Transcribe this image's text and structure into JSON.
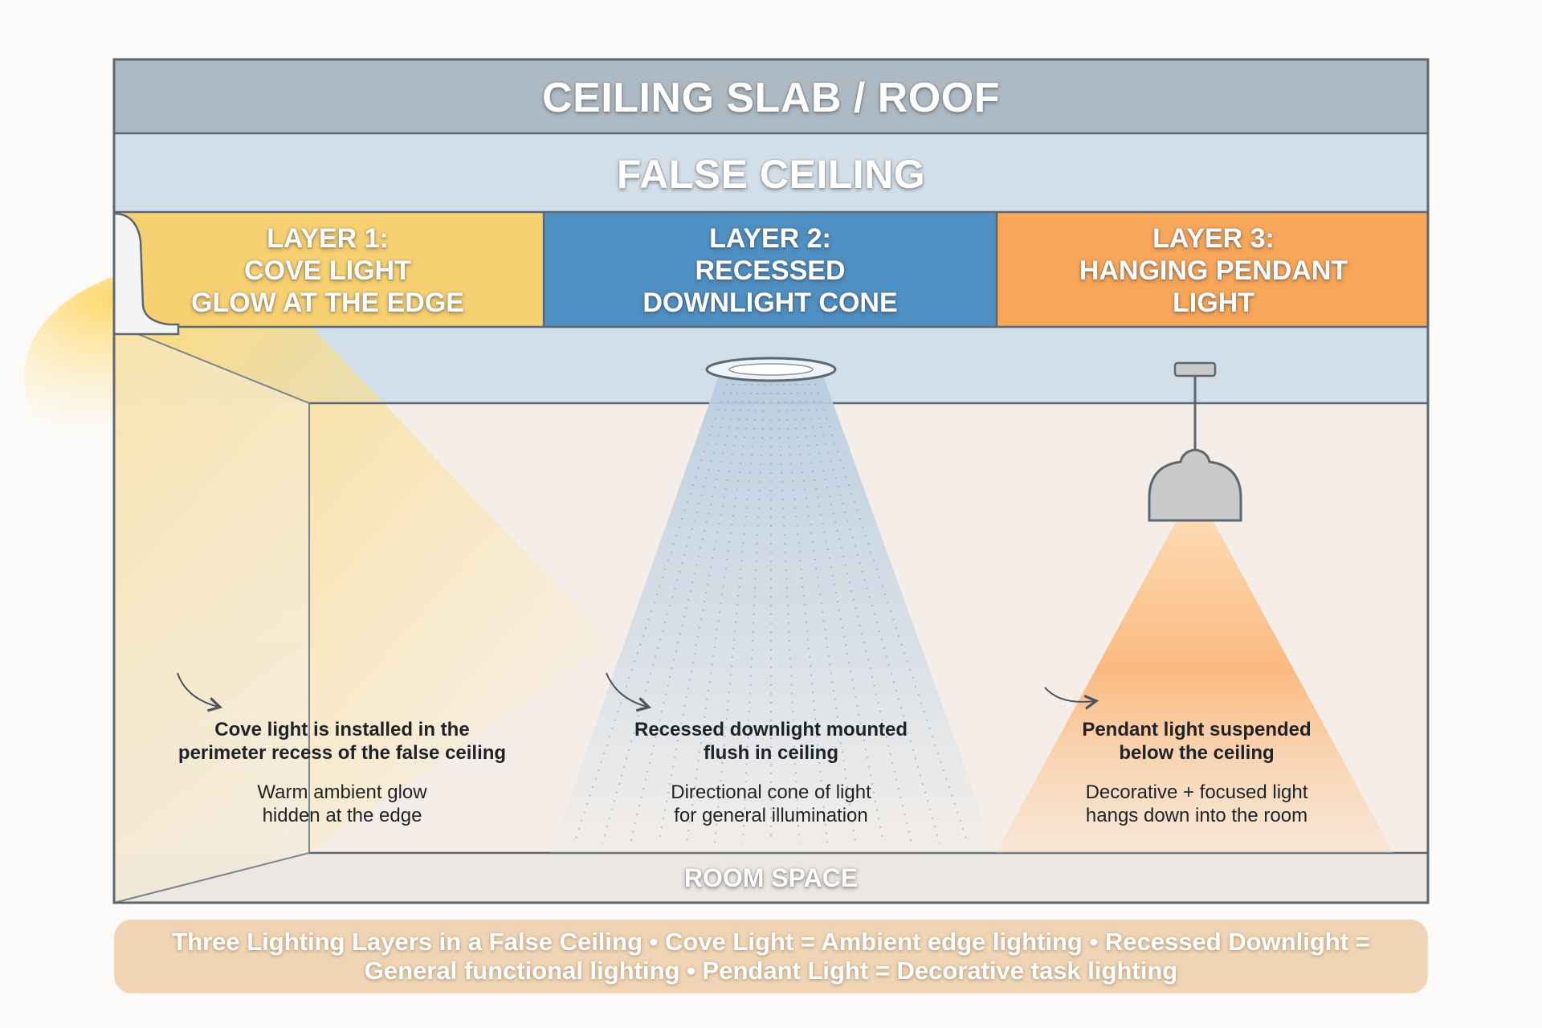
{
  "slab": {
    "label": "CEILING SLAB / ROOF"
  },
  "false_ceiling": {
    "label": "FALSE CEILING"
  },
  "layers": [
    {
      "title": [
        "LAYER 1:",
        "COVE LIGHT",
        "GLOW AT THE EDGE"
      ],
      "color": "#f7d071",
      "desc_primary": [
        "Cove light is installed in the",
        "perimeter recess of the false ceiling"
      ],
      "desc_secondary": [
        "Warm ambient glow",
        "hidden at the edge"
      ]
    },
    {
      "title": [
        "LAYER 2:",
        "RECESSED",
        "DOWNLIGHT CONE"
      ],
      "color": "#4f8fc2",
      "desc_primary": [
        "Recessed downlight mounted",
        "flush in ceiling"
      ],
      "desc_secondary": [
        "Directional cone of light",
        "for general illumination"
      ]
    },
    {
      "title": [
        "LAYER 3:",
        "HANGING PENDANT",
        "LIGHT"
      ],
      "color": "#f7a65a",
      "desc_primary": [
        "Pendant light suspended",
        "below the ceiling"
      ],
      "desc_secondary": [
        "Decorative + focused light",
        "hangs down into the room"
      ]
    }
  ],
  "room": {
    "label": "ROOM SPACE"
  },
  "footer": {
    "line1": "Three Lighting Layers in a False Ceiling • Cove Light = Ambient edge lighting • Recessed Downlight =",
    "line2": "General functional lighting • Pendant Light = Decorative task lighting"
  },
  "colors": {
    "slab": "#aebac3",
    "false_ceiling": "#d3dfe8",
    "room_back": "#f5eee8",
    "room_floor": "#ece7e2",
    "outline": "#5d6770",
    "pendant": "#c9c9c9"
  }
}
